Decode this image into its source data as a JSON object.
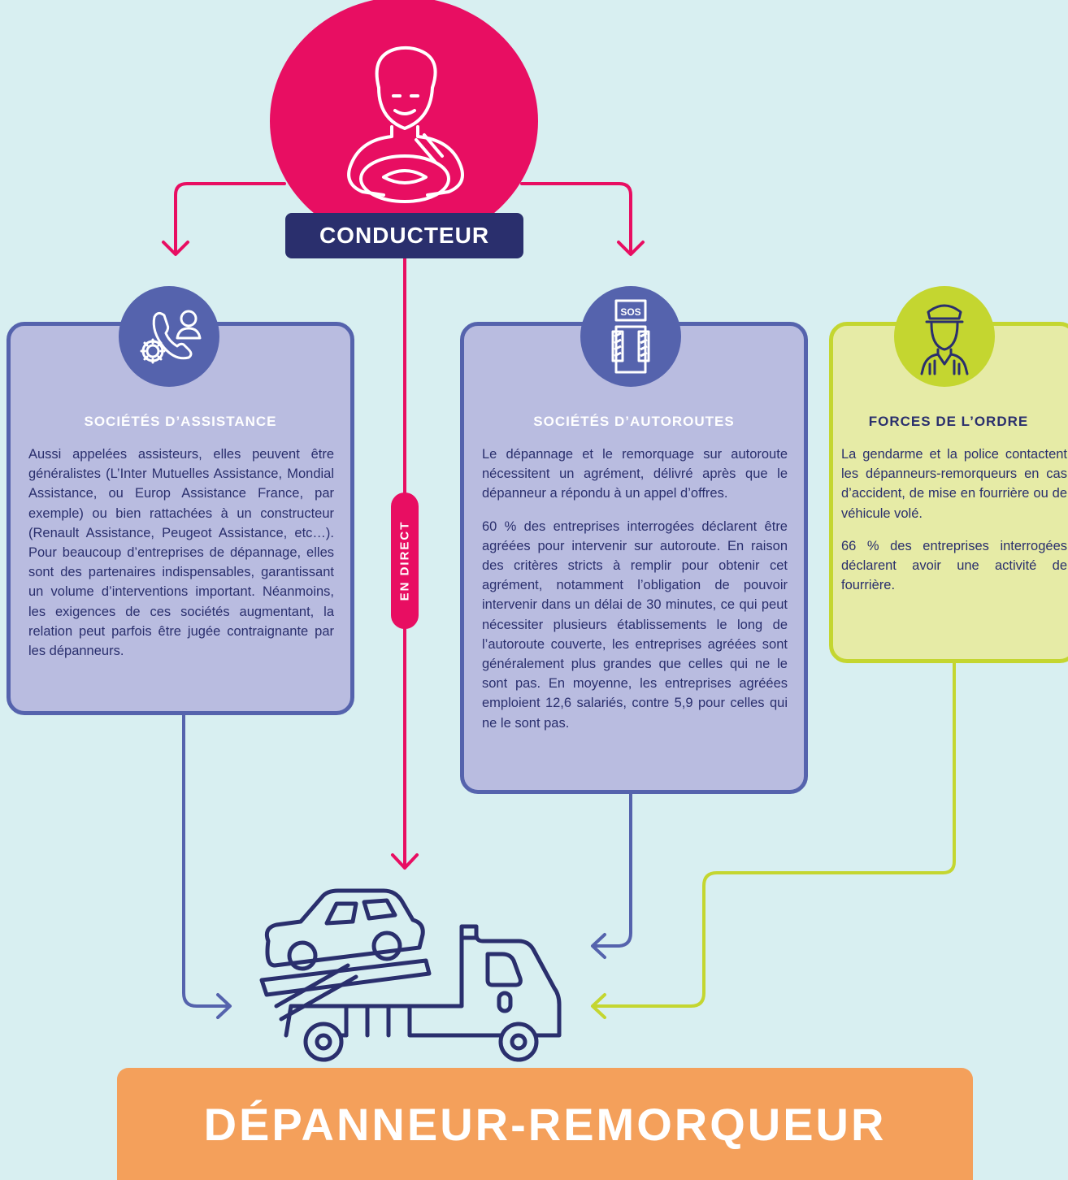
{
  "conducteur": {
    "label": "CONDUCTEUR"
  },
  "en_direct": "EN DIRECT",
  "assistance": {
    "title": "SOCIÉTÉS D’ASSISTANCE",
    "text": "Aussi appelées assisteurs, elles peuvent être généralistes (L’Inter Mutuelles Assistance, Mondial Assistance, ou Europ Assistance France, par exemple) ou bien rattachées à un constructeur (Renault Assistance, Peugeot Assistance, etc…). Pour beaucoup d’entreprises de dépannage, elles sont des partenaires indispensables, garantissant un volume d’interventions important. Néanmoins, les exigences de ces sociétés augmentant, la relation peut parfois être jugée contraignante par les dépanneurs."
  },
  "autoroutes": {
    "title": "SOCIÉTÉS D’AUTOROUTES",
    "sign_text": "SOS",
    "paragraphs": [
      "Le dépannage et le remorquage sur autoroute nécessitent un agrément, délivré après que le dépanneur a répondu à un appel d’offres.",
      "60 % des entreprises interrogées déclarent être agréées pour intervenir sur autoroute. En raison des critères stricts à remplir pour obtenir cet agrément, notamment l’obligation de pouvoir intervenir dans un délai de 30 minutes, ce qui peut nécessiter plusieurs établissements le long de l’autoroute couverte, les entreprises agréées sont généralement plus grandes que celles qui ne le sont pas. En moyenne, les entreprises agréées emploient 12,6 salariés, contre 5,9 pour celles qui ne le sont pas."
    ]
  },
  "forces": {
    "title": "FORCES DE L’ORDRE",
    "paragraphs": [
      "La gendarme et la police contactent les dépanneurs-remorqueurs en cas d’accident, de mise en fourrière ou de véhicule volé.",
      "66 % des entreprises interrogées déclarent avoir une activité de fourrière."
    ]
  },
  "bottom": {
    "label": "DÉPANNEUR-REMORQUEUR"
  },
  "colors": {
    "background": "#d8eff1",
    "pink": "#e80e62",
    "navy": "#2a2f6d",
    "blue": "#5563ad",
    "lavender": "#b9bce0",
    "lime": "#c4d630",
    "lime_light": "#e6eba6",
    "orange": "#f4a05b"
  },
  "icons": [
    "driver-icon",
    "phone-support-icon",
    "sos-road-icon",
    "police-officer-icon",
    "tow-truck-icon"
  ]
}
